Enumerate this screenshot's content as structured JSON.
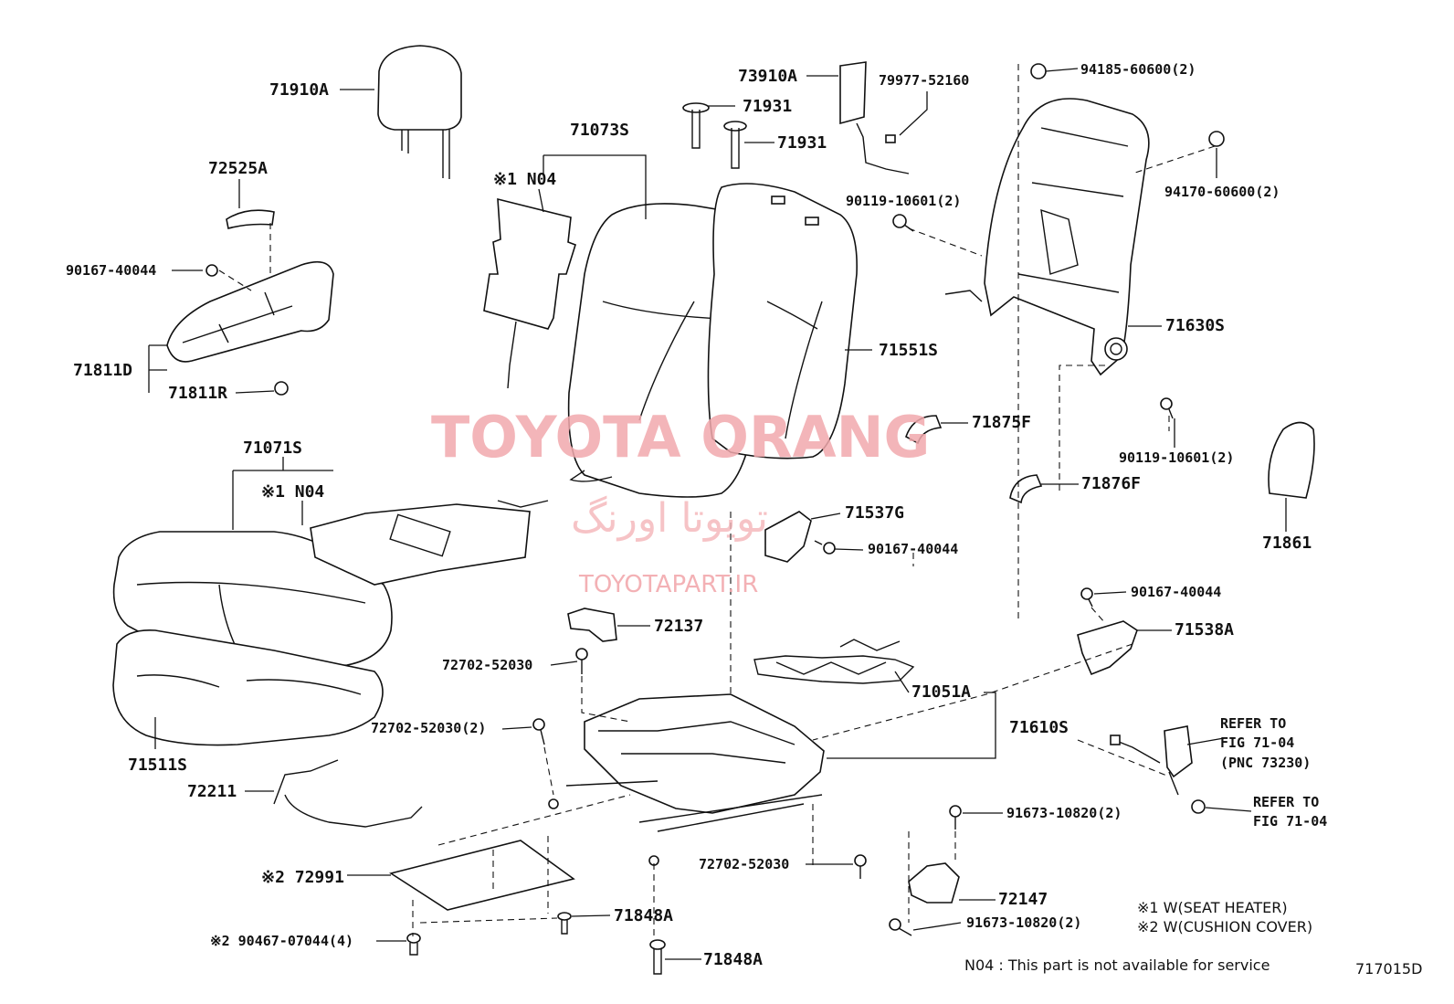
{
  "watermark": {
    "brand": "TOYOTA ORANG",
    "brand_fa": "تویوتا اورنگ",
    "site": "TOYOTAPART.IR"
  },
  "labels": {
    "headrest": "71910A",
    "cap_72525a": "72525A",
    "bolt_90167_a": "90167-40044",
    "shield_d": "71811D",
    "shield_r": "71811R",
    "heater_back_s": "※1 N04",
    "back_pad": "71073S",
    "back_cover": "71551S",
    "support_1": "71931",
    "support_2": "71931",
    "airbag": "73910A",
    "clip_79977": "79977-52160",
    "nut_94185": "94185-60600(2)",
    "nut_94170": "94170-60600(2)",
    "bolt_90119_a": "90119-10601(2)",
    "back_frame": "71630S",
    "hinge_cover_f": "71875F",
    "bolt_90119_b": "90119-10601(2)",
    "hinge_cover_inner": "71876F",
    "recline_knob": "71861",
    "cushion_pad": "71071S",
    "heater_cushion": "※1 N04",
    "bracket_71537": "71537G",
    "bolt_90167_b": "90167-40044",
    "cushion_cover": "71511S",
    "protector": "72137",
    "bolt_72702_a": "72702-52030",
    "bolt_72702_b": "72702-52030(2)",
    "spring": "71051A",
    "bolt_90167_c": "90167-40044",
    "bracket_71538": "71538A",
    "frame_assy": "71610S",
    "refer_1": "REFER TO",
    "refer_1b": "FIG 71-04",
    "refer_1c": "(PNC 73230)",
    "refer_2": "REFER TO",
    "refer_2b": "FIG 71-04",
    "wire_72211": "72211",
    "bolt_91673_a": "91673-10820(2)",
    "board": "※2 72991",
    "bolt_72702_c": "72702-52030",
    "lever_cover": "72147",
    "clip_71848_a": "71848A",
    "clip_90467": "※2 90467-07044(4)",
    "bolt_91673_b": "91673-10820(2)",
    "clip_71848_b": "71848A"
  },
  "notes": {
    "note1": "※1 W(SEAT HEATER)",
    "note2": "※2 W(CUSHION COVER)",
    "n04": "N04 : This part is not available for service",
    "fig_code": "717015D"
  }
}
